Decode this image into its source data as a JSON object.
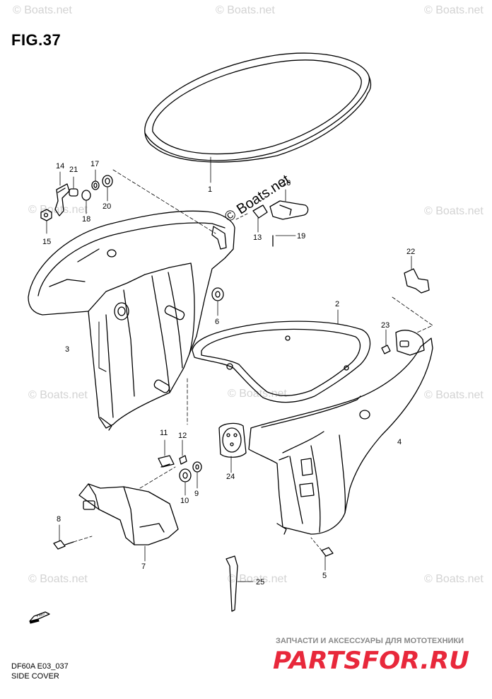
{
  "figure": {
    "title": "FIG.37"
  },
  "watermark": {
    "text": "© Boats.net"
  },
  "callouts": {
    "n1": "1",
    "n2": "2",
    "n3": "3",
    "n4": "4",
    "n5": "5",
    "n6": "6",
    "n7": "7",
    "n8": "8",
    "n9": "9",
    "n10": "10",
    "n11": "11",
    "n12": "12",
    "n13": "13",
    "n14": "14",
    "n15": "15",
    "n16": "16",
    "n17": "17",
    "n18": "18",
    "n19": "19",
    "n20": "20",
    "n21": "21",
    "n22": "22",
    "n23": "23",
    "n24": "24",
    "n25": "25"
  },
  "footer": {
    "model_code": "DF60A E03_037",
    "section": "SIDE COVER"
  },
  "fwd_marker": {
    "text": "FWD"
  },
  "shop_banner": {
    "tagline": "ЗАПЧАСТИ И АКСЕССУАРЫ ДЛЯ МОТОТЕХНИКИ",
    "logo_text": "PARTSFOR.RU"
  }
}
